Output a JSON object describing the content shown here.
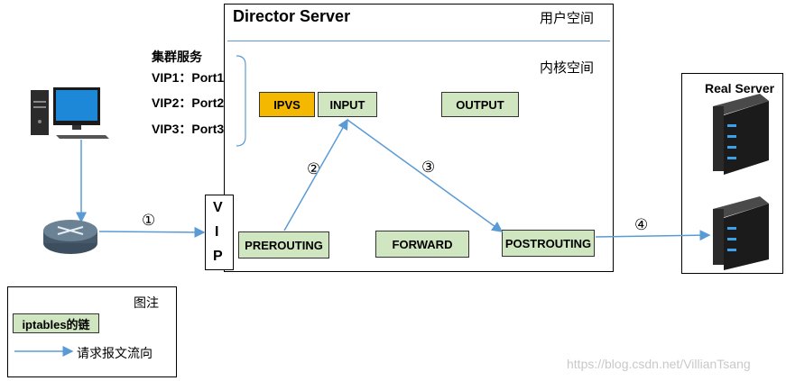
{
  "director": {
    "title": "Director Server",
    "user_space": "用户空间",
    "kernel_space": "内核空间"
  },
  "cluster": {
    "title": "集群服务",
    "services": [
      "VIP1：Port1",
      "VIP2：Port2",
      "VIP3：Port3"
    ]
  },
  "chains": {
    "ipvs": "IPVS",
    "input": "INPUT",
    "output": "OUTPUT",
    "prerouting": "PREROUTING",
    "forward": "FORWARD",
    "postrouting": "POSTROUTING"
  },
  "vip_letters": [
    "V",
    "I",
    "P"
  ],
  "steps": [
    "①",
    "②",
    "③",
    "④"
  ],
  "real_server": {
    "title": "Real Server"
  },
  "legend": {
    "title": "图注",
    "chain_label": "iptables的链",
    "arrow_label": "请求报文流向"
  },
  "watermark": "https://blog.csdn.net/VillianTsang",
  "colors": {
    "arrow": "#5b9bd5",
    "chain_fill": "#cfe6c0",
    "ipvs_fill": "#f5b800",
    "divider": "#5b9bd5"
  },
  "icons": [
    "desktop-computer-icon",
    "router-icon",
    "server-rack-icon"
  ]
}
